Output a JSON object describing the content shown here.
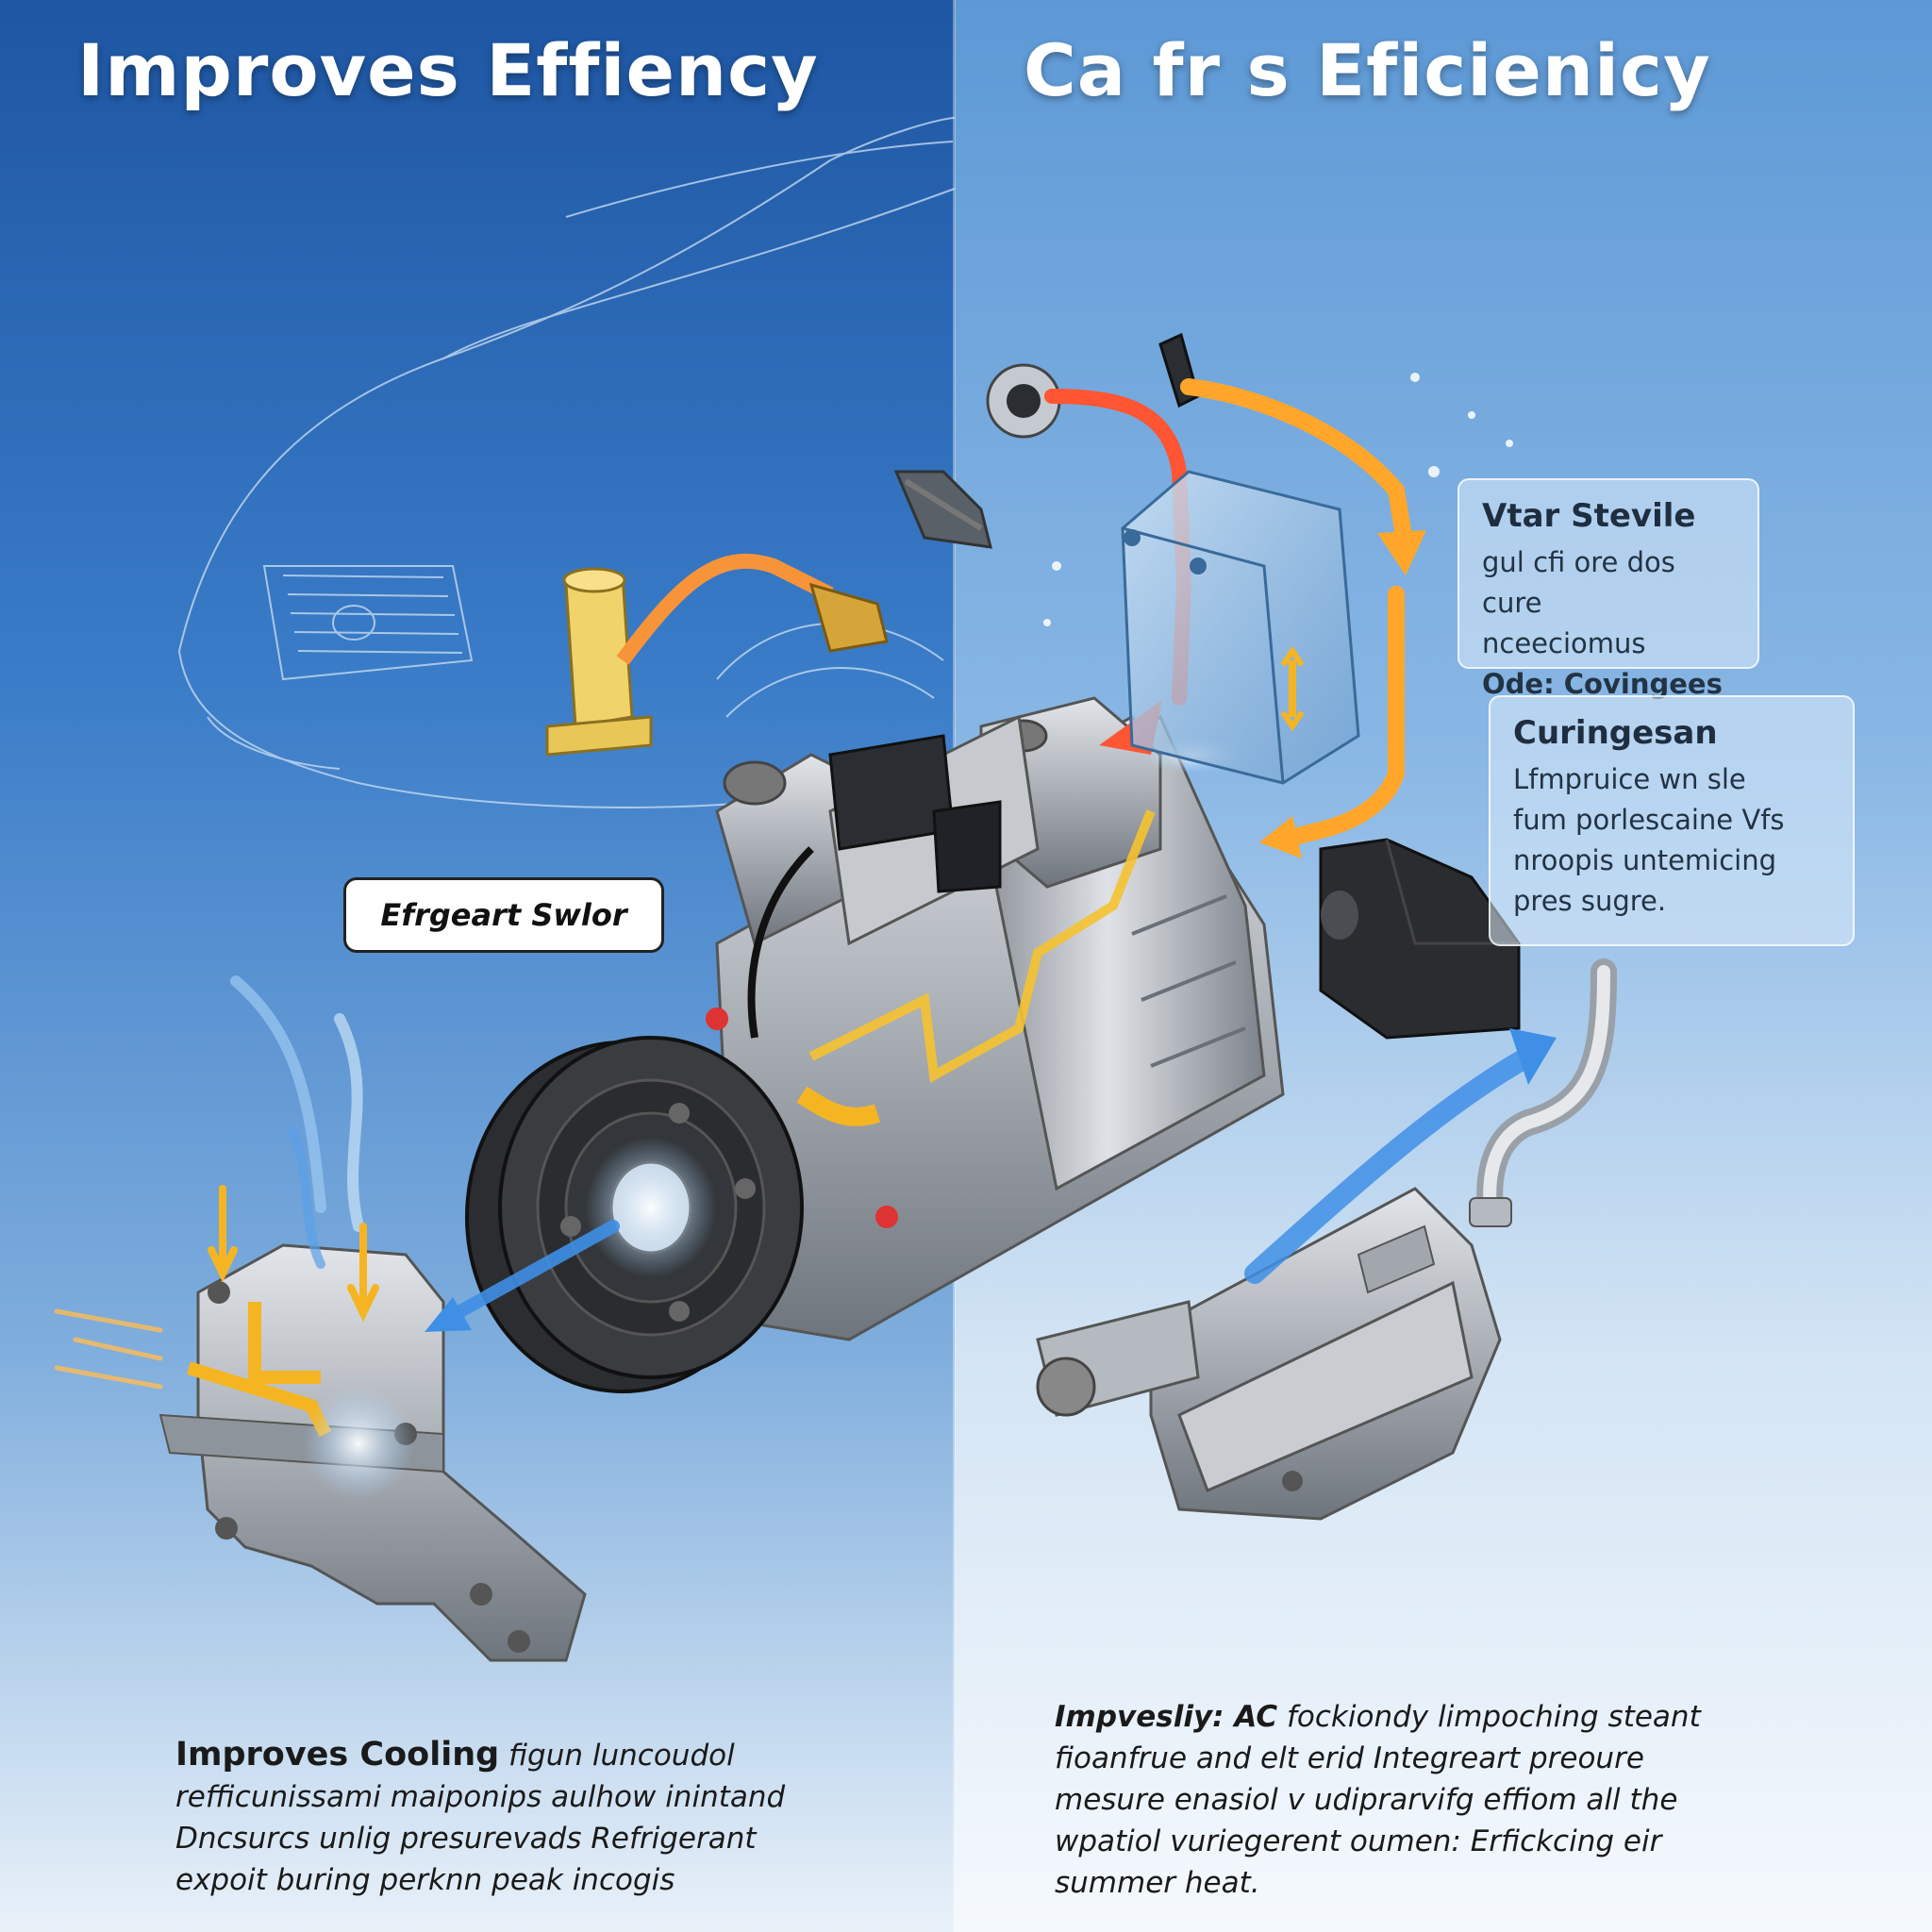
{
  "headings": {
    "left": "Improves Effiency",
    "right": "Ca fr s Eficienicy"
  },
  "callouts": {
    "top": {
      "title": "Vtar Stevile",
      "line1": "gul cfi ore dos cure",
      "line2": "nceeciomus",
      "line3": "Ode: Covingees"
    },
    "mid": {
      "title": "Curingesan",
      "line1": "Lfmpruice wn sle",
      "line2": "fum porlescaine Vfs",
      "line3": "nroopis untemicing",
      "line4": "pres sugre."
    }
  },
  "bubble": {
    "label": "Efrgeart Swlor"
  },
  "paragraphs": {
    "left": {
      "lead": "Improves Cooling",
      "line1_rest": " figun luncoudol",
      "line2": "refficunissami maiponips aulhow inintand",
      "line3": "Dncsurcs unlig presurevads Refrigerant",
      "line4": "expoit buring perknn peak incogis"
    },
    "right": {
      "lead": "Impvesliy: AC",
      "line1_rest": " fockiondy limpoching steant",
      "line2": "fioanfrue and elt erid Integreart preoure",
      "line3": "mesure enasiol v udiprarvifg effiom all the",
      "line4": "wpatiol vuriegerent oumen: Erfickcing eir",
      "line5": "summer heat."
    }
  },
  "colors": {
    "left_bg_top": "#1e56a3",
    "right_bg_top": "#5d99d6",
    "hot_flow": "#ff5533",
    "warm_flow": "#ffa62b",
    "cool_flow": "#3f8fe6",
    "metal": "#a9aeb5"
  }
}
